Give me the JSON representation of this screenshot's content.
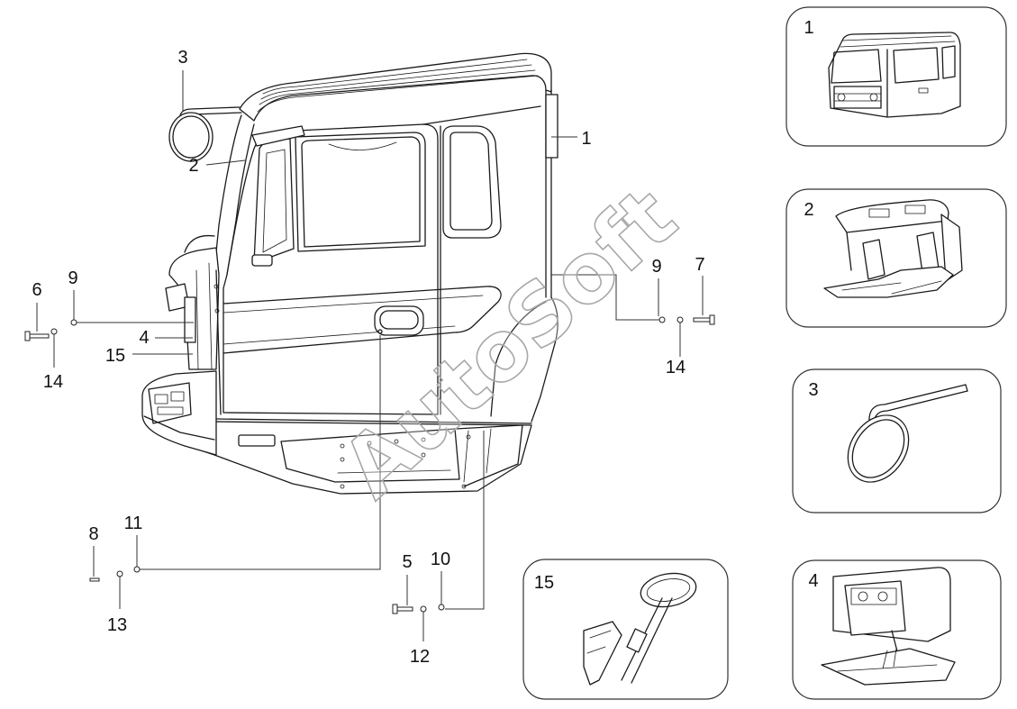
{
  "callouts": {
    "part_1": "1",
    "part_2": "2",
    "part_3": "3",
    "part_4": "4",
    "part_5": "5",
    "part_6": "6",
    "part_7": "7",
    "part_8": "8",
    "part_9_left": "9",
    "part_9_right": "9",
    "part_10": "10",
    "part_11": "11",
    "part_12": "12",
    "part_13": "13",
    "part_14_left": "14",
    "part_14_right": "14",
    "part_15": "15"
  },
  "detail_panels": {
    "panel_1": "1",
    "panel_2": "2",
    "panel_3": "3",
    "panel_4": "4",
    "panel_15": "15"
  },
  "watermark": "AutoSoft"
}
